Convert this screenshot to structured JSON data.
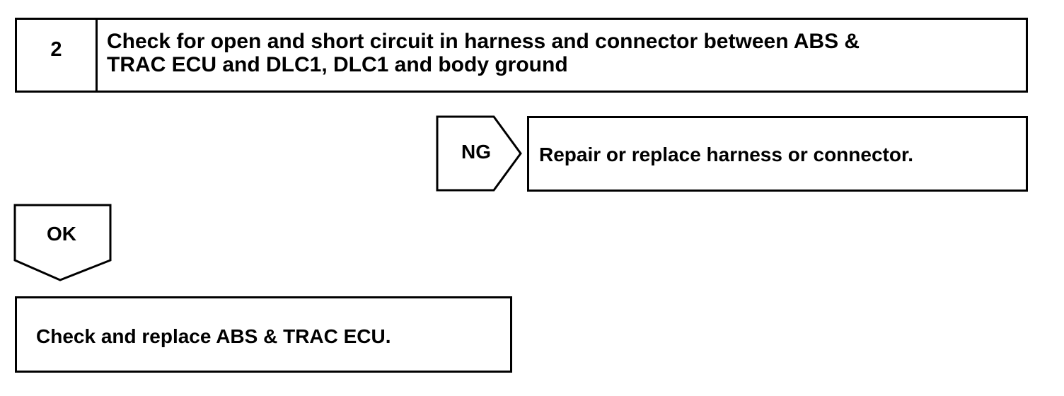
{
  "step": {
    "number": "2",
    "title_line1": "Check for open and short circuit in harness and connector between ABS &",
    "title_line2": "TRAC ECU and DLC1, DLC1 and body ground"
  },
  "ng_branch": {
    "label": "NG",
    "result": "Repair or replace harness or connector."
  },
  "ok_branch": {
    "label": "OK",
    "result": "Check and replace ABS & TRAC ECU."
  }
}
